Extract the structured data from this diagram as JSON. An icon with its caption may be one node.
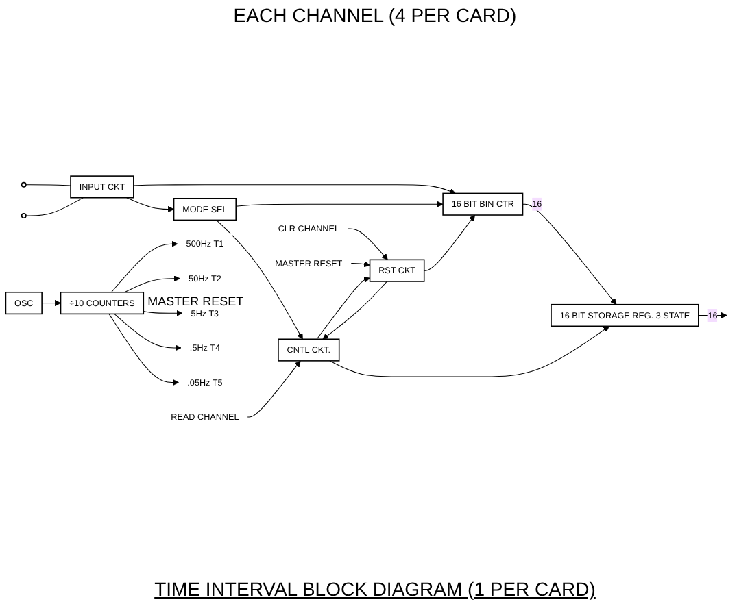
{
  "diagram": {
    "title": "EACH CHANNEL (4 PER CARD)",
    "nodes": [
      {
        "text": [],
        "shape": "circle"
      },
      {
        "text": [],
        "shape": "circle"
      },
      {
        "text": [
          "INPUT CKT"
        ]
      },
      {
        "text": [
          "16 BIT BIN CTR"
        ]
      },
      {
        "text": [
          "RST CKT"
        ]
      },
      {
        "text": [
          "CLR CHANNEL"
        ]
      },
      {
        "text": [
          "MASTER RESET"
        ]
      },
      {
        "text": [
          "MODE SEL"
        ]
      },
      {
        "text": [
          "16 BIT STORAGE REG. 3 STATE"
        ]
      },
      {
        "text": [
          "READ CHANNEL"
        ]
      },
      {
        "text": [
          "CNTL CKT."
        ]
      },
      {
        "text": [
          "OSC"
        ]
      },
      {
        "text": [
          "÷10 COUNTERS"
        ],
        "beside": [
          "MASTER RESET"
        ]
      },
      {
        "text": [
          "500Hz T1"
        ]
      },
      {
        "text": [
          "50Hz T2"
        ]
      },
      {
        "text": [
          "5Hz T3"
        ]
      },
      {
        "text": [
          ".5Hz T4"
        ]
      },
      {
        "text": [
          ".05Hz T5"
        ]
      }
    ],
    "edges": [
      {
        "from": 0,
        "to": 2,
        "arrow": "none"
      },
      {
        "from": 1,
        "to": 2,
        "arrow": "none"
      },
      {
        "from": 2,
        "to": 3,
        "arrow": "to"
      },
      {
        "from": 2,
        "to": 7,
        "arrow": "to"
      },
      {
        "from": 7,
        "to": 3,
        "arrow": "to"
      },
      {
        "from": 5,
        "to": 4,
        "arrow": "to"
      },
      {
        "from": 6,
        "to": 4,
        "arrow": "to"
      },
      {
        "from": 4,
        "to": 3,
        "arrow": "to"
      },
      {
        "from": 4,
        "to": 10,
        "arrow": "to"
      },
      {
        "from": 3,
        "to": 8,
        "arrow": "to",
        "label": "16"
      },
      {
        "from": 8,
        "to": null,
        "arrow": "to",
        "label": "16"
      },
      {
        "from": 7,
        "to": 10,
        "arrow": "to"
      },
      {
        "from": 9,
        "to": 10,
        "arrow": "to"
      },
      {
        "from": 10,
        "to": 8,
        "arrow": "to"
      },
      {
        "from": 10,
        "to": 4,
        "arrow": "to"
      },
      {
        "from": 11,
        "to": 12,
        "arrow": "to"
      },
      {
        "from": 12,
        "to": 13,
        "arrow": "to"
      },
      {
        "from": 12,
        "to": 14,
        "arrow": "to"
      },
      {
        "from": 12,
        "to": 15,
        "arrow": "to"
      },
      {
        "from": 12,
        "to": 16,
        "arrow": "to"
      },
      {
        "from": 12,
        "to": 17,
        "arrow": "to"
      }
    ],
    "labels": [
      "TIME INTERVAL BLOCK DIAGRAM (1 PER CARD)"
    ]
  }
}
